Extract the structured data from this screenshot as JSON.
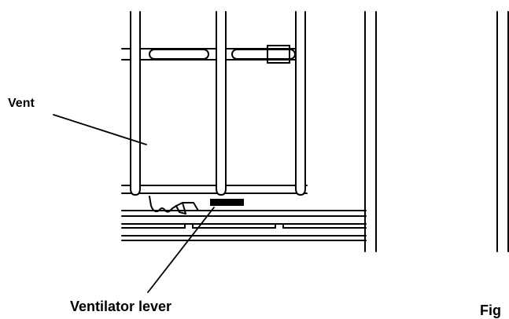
{
  "diagram": {
    "labels": {
      "vent": "Vent",
      "ventilator_lever": "Ventilator lever",
      "figure_caption": "Fig"
    },
    "colors": {
      "line": "#000000",
      "background": "#ffffff"
    }
  }
}
